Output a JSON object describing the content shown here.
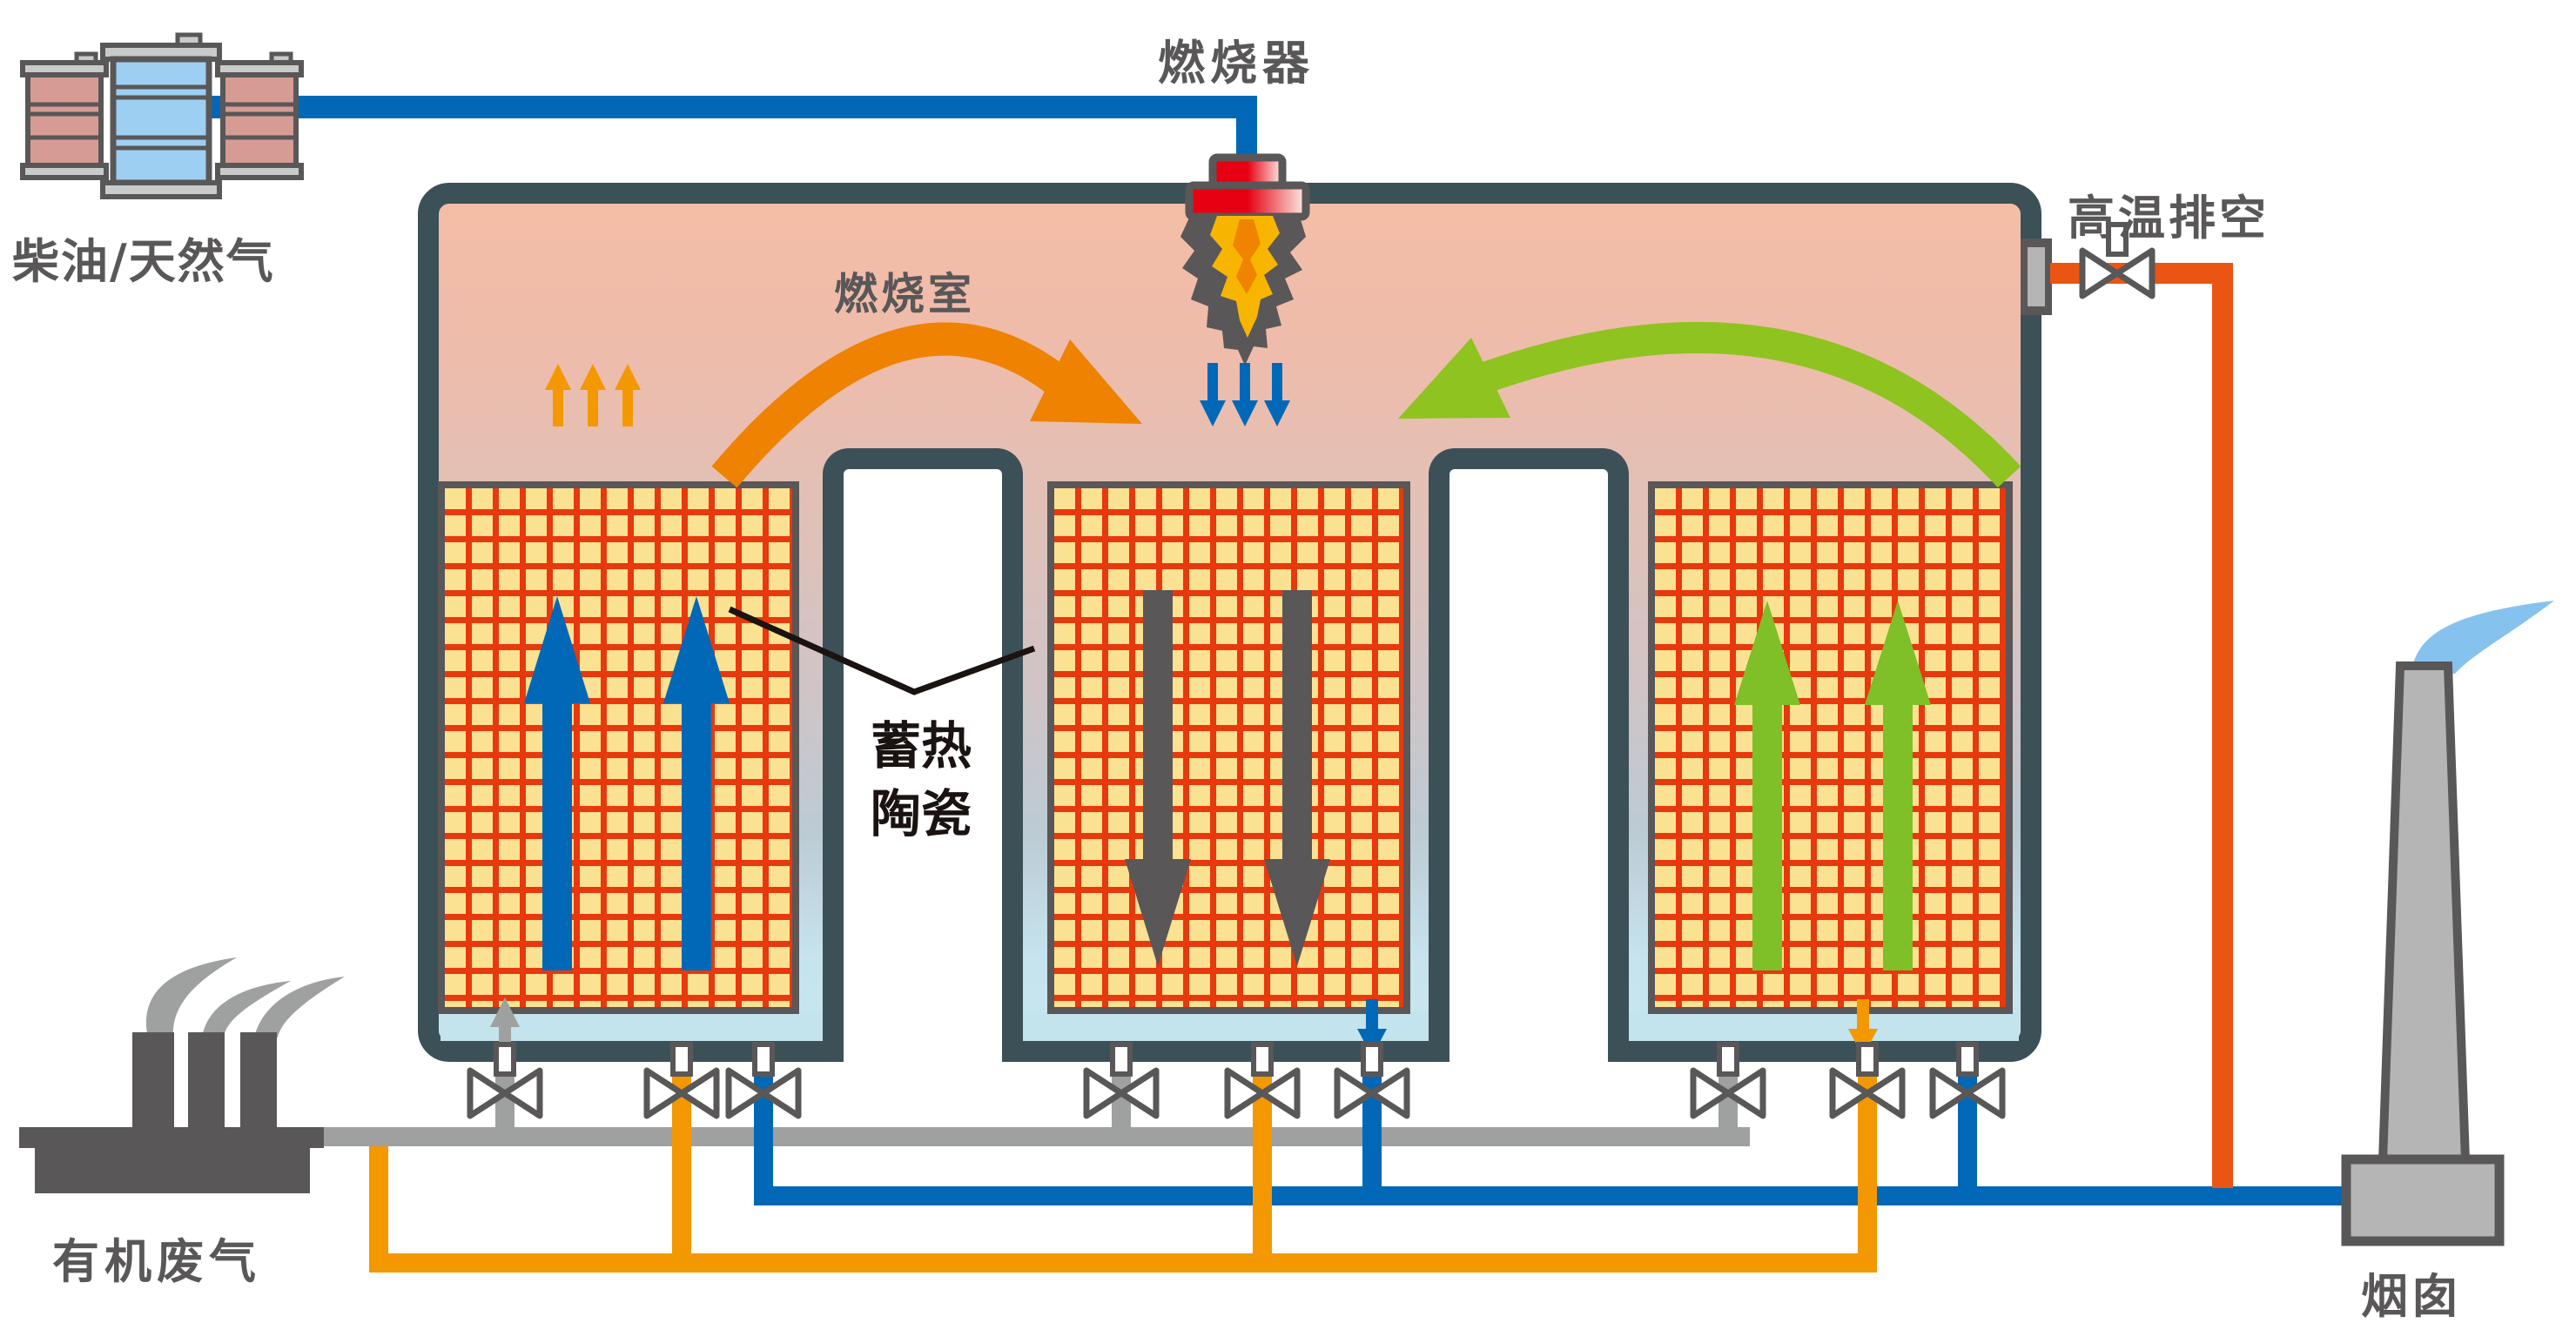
{
  "labels": {
    "fuel": "柴油/天然气",
    "burner": "燃烧器",
    "combustion_chamber": "燃烧室",
    "high_temp_vent": "高温排空",
    "ceramic_line1": "蓄热",
    "ceramic_line2": "陶瓷",
    "organic_waste_gas": "有机废气",
    "stack": "烟囱"
  },
  "colors": {
    "pipe_blue": "#0068b7",
    "pipe_gray": "#9fa0a0",
    "pipe_orange": "#f39800",
    "pipe_red_orange": "#ea5514",
    "arc_orange": "#ef8200",
    "arc_green": "#8fc31f",
    "arrow_dark_gray": "#595757",
    "vessel_wall": "#3c5058",
    "ceramic_cell": "#fbe192",
    "ceramic_grid_line": "#e8380d",
    "plenum_blue": "#c3e3ed",
    "smoke_blue": "#85c3ee",
    "label_gray": "#595757",
    "callout_black": "#1a1311"
  },
  "icons": [
    "fuel-barrels-icon",
    "burner-icon",
    "flame-icon",
    "valve-icon",
    "factory-icon",
    "chimney-icon",
    "smoke-icon"
  ]
}
